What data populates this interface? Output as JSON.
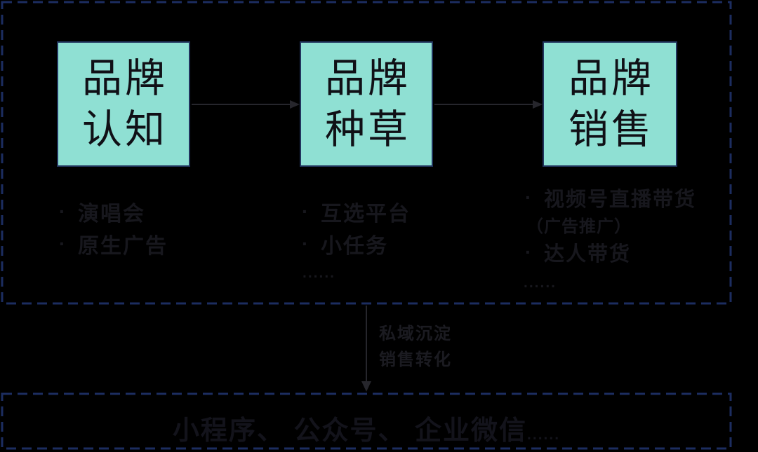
{
  "diagram": {
    "stages": [
      {
        "title_line1": "品牌",
        "title_line2": "认知",
        "bullet1": "演唱会",
        "bullet2": "原生广告"
      },
      {
        "title_line1": "品牌",
        "title_line2": "种草",
        "bullet1": "互选平台",
        "bullet2": "小任务",
        "ellipsis": "......"
      },
      {
        "title_line1": "品牌",
        "title_line2": "销售",
        "bullet1": "视频号直播带货",
        "bullet1_note": "（广告推广）",
        "bullet2": "达人带货",
        "ellipsis": "......"
      }
    ],
    "bullet_marker": "·",
    "down_arrow_label_line1": "私域沉淀",
    "down_arrow_label_line2": "销售转化",
    "private_domain_channels": "小程序、 公众号、 企业微信",
    "private_domain_ellipsis": "......",
    "colors": {
      "background": "#000000",
      "dashed_border": "#1c2d60",
      "stage_box_fill": "#8fe0d3",
      "stage_box_border": "#22355e",
      "stage_title_text": "#101016",
      "body_text": "#17171d",
      "arrow": "#26262c"
    }
  }
}
